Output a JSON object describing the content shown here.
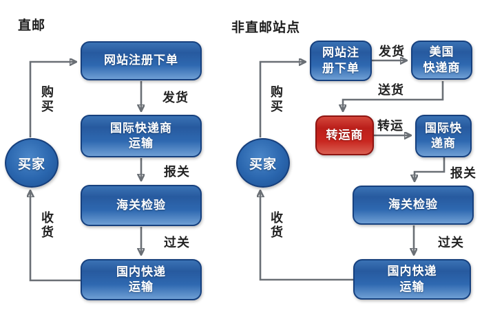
{
  "canvas": {
    "background": "#ffffff"
  },
  "colors": {
    "node_blue_top": "#275a9f",
    "node_blue_mid": "#2e68b0",
    "node_blue_light": "#6f9fd4",
    "node_border_blue": "#16407e",
    "node_red": "#c8261f",
    "node_border_red": "#8e1411",
    "connector_gray": "#6a6f75",
    "node_text": "#ffffff",
    "label_text": "#222222"
  },
  "left_flow": {
    "title": "直邮",
    "buyer": "买家",
    "nodes": {
      "order": "网站注册下单",
      "intl_courier": "国际快递商\n运输",
      "customs": "海关检验",
      "domestic_courier": "国内快递\n运输"
    },
    "edge_labels": {
      "buy": "购买",
      "ship": "发货",
      "declare": "报关",
      "clear": "过关",
      "receive": "收货"
    }
  },
  "right_flow": {
    "title": "非直邮站点",
    "buyer": "买家",
    "nodes": {
      "order": "网站注\n册下单",
      "us_courier": "美国\n快递商",
      "forwarder": "转运商",
      "intl_courier": "国际快\n递商",
      "customs": "海关检验",
      "domestic_courier": "国内快递\n运输"
    },
    "edge_labels": {
      "buy": "购买",
      "ship": "发货",
      "deliver": "送货",
      "transfer": "转运",
      "declare": "报关",
      "clear": "过关",
      "receive": "收货"
    }
  }
}
